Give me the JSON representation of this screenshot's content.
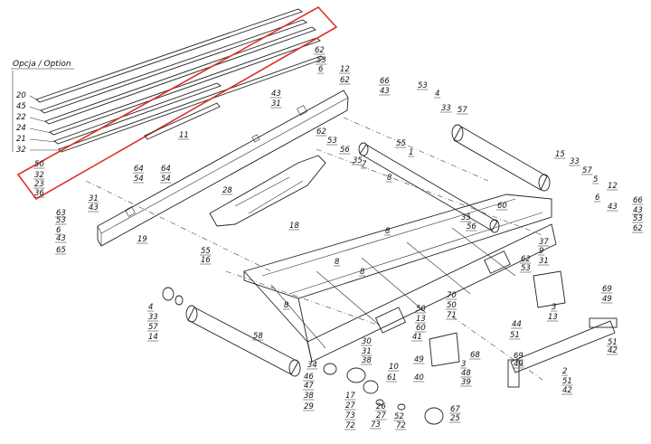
{
  "option_header": "Opcja / Option",
  "option_list": [
    "20",
    "45",
    "22",
    "24",
    "21",
    "32"
  ],
  "callouts": [
    {
      "t": "50"
    },
    {
      "t": "32"
    },
    {
      "t": "23"
    },
    {
      "t": "36"
    },
    {
      "t": "11"
    },
    {
      "t": "62"
    },
    {
      "t": "53"
    },
    {
      "t": "6"
    },
    {
      "t": "12"
    },
    {
      "t": "43"
    },
    {
      "t": "31"
    },
    {
      "t": "62"
    },
    {
      "t": "66"
    },
    {
      "t": "43"
    },
    {
      "t": "53"
    },
    {
      "t": "4"
    },
    {
      "t": "33"
    },
    {
      "t": "57"
    },
    {
      "t": "62"
    },
    {
      "t": "53"
    },
    {
      "t": "56"
    },
    {
      "t": "35"
    },
    {
      "t": "7"
    },
    {
      "t": "55"
    },
    {
      "t": "1"
    },
    {
      "t": "15"
    },
    {
      "t": "33"
    },
    {
      "t": "57"
    },
    {
      "t": "5"
    },
    {
      "t": "12"
    },
    {
      "t": "6"
    },
    {
      "t": "43"
    },
    {
      "t": "66"
    },
    {
      "t": "43"
    },
    {
      "t": "53"
    },
    {
      "t": "62"
    },
    {
      "t": "64"
    },
    {
      "t": "54"
    },
    {
      "t": "64"
    },
    {
      "t": "54"
    },
    {
      "t": "28"
    },
    {
      "t": "8"
    },
    {
      "t": "18"
    },
    {
      "t": "8"
    },
    {
      "t": "60"
    },
    {
      "t": "35"
    },
    {
      "t": "56"
    },
    {
      "t": "31"
    },
    {
      "t": "43"
    },
    {
      "t": "63"
    },
    {
      "t": "53"
    },
    {
      "t": "6"
    },
    {
      "t": "43"
    },
    {
      "t": "65"
    },
    {
      "t": "19"
    },
    {
      "t": "37"
    },
    {
      "t": "9"
    },
    {
      "t": "31"
    },
    {
      "t": "62"
    },
    {
      "t": "53"
    },
    {
      "t": "55"
    },
    {
      "t": "16"
    },
    {
      "t": "8"
    },
    {
      "t": "8"
    },
    {
      "t": "8"
    },
    {
      "t": "4"
    },
    {
      "t": "33"
    },
    {
      "t": "57"
    },
    {
      "t": "14"
    },
    {
      "t": "3"
    },
    {
      "t": "13"
    },
    {
      "t": "70"
    },
    {
      "t": "50"
    },
    {
      "t": "71"
    },
    {
      "t": "50"
    },
    {
      "t": "13"
    },
    {
      "t": "60"
    },
    {
      "t": "41"
    },
    {
      "t": "44"
    },
    {
      "t": "51"
    },
    {
      "t": "69"
    },
    {
      "t": "49"
    },
    {
      "t": "58"
    },
    {
      "t": "30"
    },
    {
      "t": "31"
    },
    {
      "t": "38"
    },
    {
      "t": "34"
    },
    {
      "t": "46"
    },
    {
      "t": "47"
    },
    {
      "t": "38"
    },
    {
      "t": "29"
    },
    {
      "t": "17"
    },
    {
      "t": "27"
    },
    {
      "t": "73"
    },
    {
      "t": "72"
    },
    {
      "t": "49"
    },
    {
      "t": "10"
    },
    {
      "t": "61"
    },
    {
      "t": "40"
    },
    {
      "t": "68"
    },
    {
      "t": "3"
    },
    {
      "t": "48"
    },
    {
      "t": "39"
    },
    {
      "t": "69"
    },
    {
      "t": "49"
    },
    {
      "t": "26"
    },
    {
      "t": "27"
    },
    {
      "t": "73"
    },
    {
      "t": "52"
    },
    {
      "t": "72"
    },
    {
      "t": "67"
    },
    {
      "t": "25"
    },
    {
      "t": "2"
    },
    {
      "t": "51"
    },
    {
      "t": "42"
    },
    {
      "t": "51"
    },
    {
      "t": "42"
    }
  ]
}
